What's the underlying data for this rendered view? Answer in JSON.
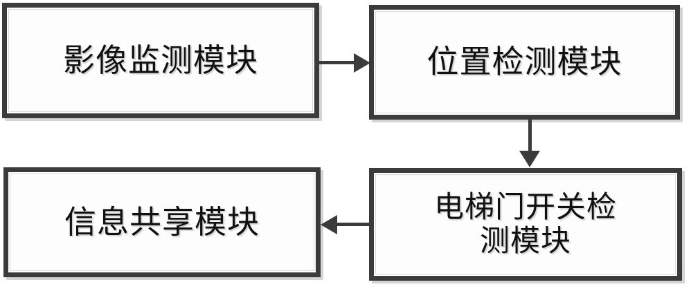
{
  "diagram": {
    "type": "flowchart",
    "background_color": "#ffffff",
    "box_border_color": "#3b3b3b",
    "box_fill_color": "#fdfdfd",
    "connector_color": "#3b3b3b",
    "nodes": [
      {
        "id": "image-monitor",
        "label": "影像监测模块",
        "position": "top-left"
      },
      {
        "id": "position-detect",
        "label": "位置检测模块",
        "position": "top-right"
      },
      {
        "id": "door-switch",
        "label": "电梯门开关检\n测模块",
        "position": "bottom-right"
      },
      {
        "id": "info-share",
        "label": "信息共享模块",
        "position": "bottom-left"
      }
    ],
    "connectors": [
      {
        "id": "monitor-to-position",
        "from": "image-monitor",
        "to": "position-detect",
        "direction": "right",
        "label": ""
      },
      {
        "id": "position-to-door",
        "from": "position-detect",
        "to": "door-switch",
        "direction": "down",
        "label": ""
      },
      {
        "id": "door-to-info",
        "from": "door-switch",
        "to": "info-share",
        "direction": "left",
        "label": ""
      }
    ]
  }
}
